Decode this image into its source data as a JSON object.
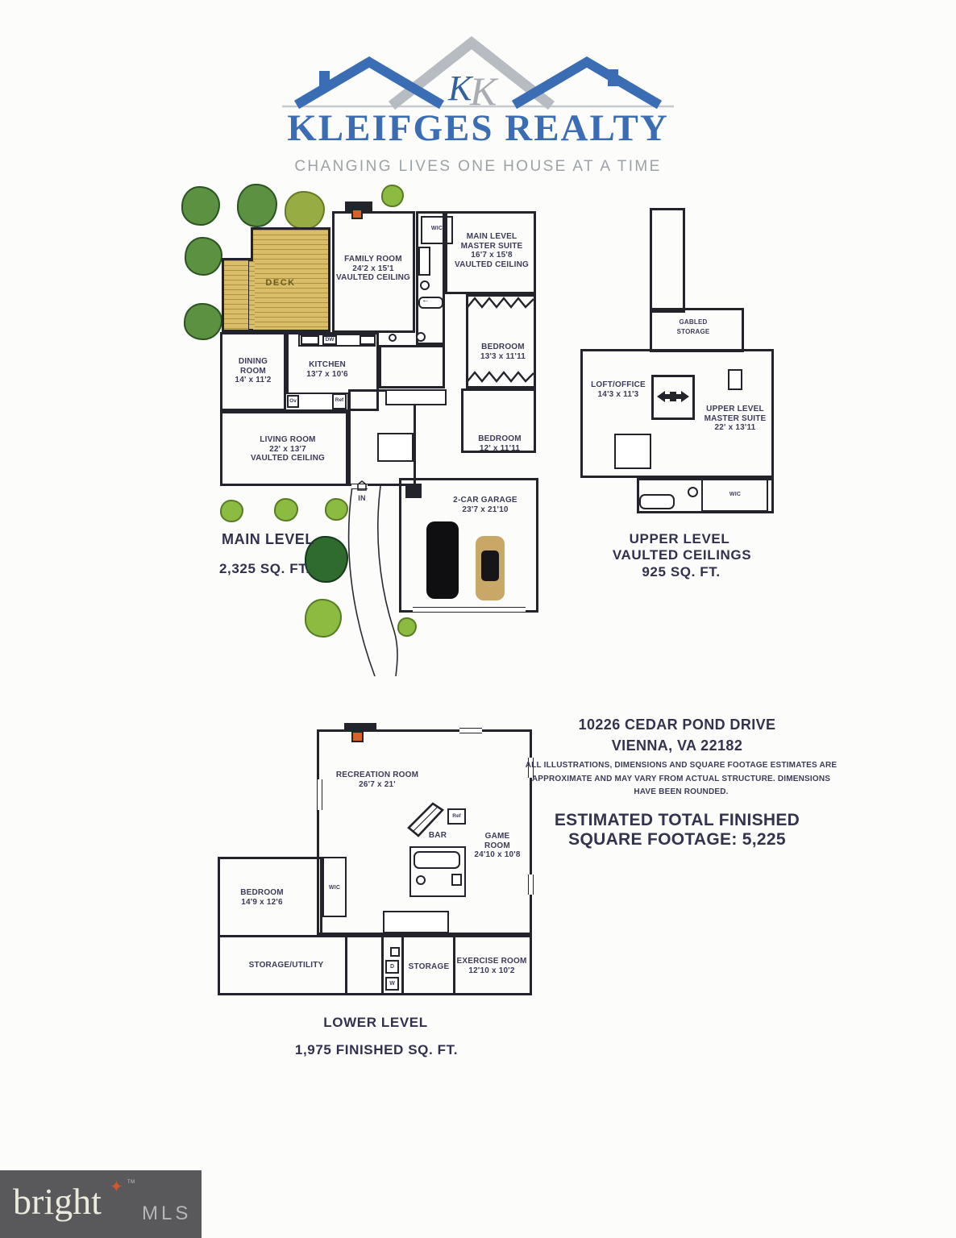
{
  "brand": {
    "name": "KLEIFGES REALTY",
    "tagline": "CHANGING LIVES ONE HOUSE AT A TIME",
    "monogram_k1": "K",
    "monogram_k2": "K",
    "blue": "#3a6db3",
    "roof_gray": "#b7bcc3"
  },
  "main_level": {
    "title": "MAIN LEVEL",
    "sqft": "2,325 SQ. FT.",
    "deck": "DECK",
    "family_room": [
      "FAMILY ROOM",
      "24'2 x 15'1",
      "VAULTED CEILING"
    ],
    "wic": "WIC",
    "master_suite": [
      "MAIN LEVEL",
      "MASTER SUITE",
      "16'7 x 15'8",
      "VAULTED CEILING"
    ],
    "bedroom1": [
      "BEDROOM",
      "13'3 x 11'11"
    ],
    "bedroom2": [
      "BEDROOM",
      "12' x 11'11"
    ],
    "dining_room": [
      "DINING",
      "ROOM",
      "14' x 11'2"
    ],
    "kitchen": [
      "KITCHEN",
      "13'7 x 10'6"
    ],
    "living_room": [
      "LIVING ROOM",
      "22' x 13'7",
      "VAULTED CEILING"
    ],
    "garage": [
      "2-CAR GARAGE",
      "23'7 x 21'10"
    ],
    "entry": "IN",
    "appliances": {
      "dw": "DW",
      "ov": "Ov",
      "ref": "Ref"
    }
  },
  "upper_level": {
    "title": "UPPER LEVEL",
    "subtitle": "VAULTED CEILINGS",
    "sqft": "925 SQ. FT.",
    "gabled_storage": [
      "GABLED",
      "STORAGE"
    ],
    "loft_office": [
      "LOFT/OFFICE",
      "14'3 x 11'3"
    ],
    "master_suite": [
      "UPPER LEVEL",
      "MASTER SUITE",
      "22' x 13'11"
    ],
    "wic": "WIC"
  },
  "lower_level": {
    "title": "LOWER LEVEL",
    "sqft": "1,975 FINISHED SQ. FT.",
    "recreation_room": [
      "RECREATION ROOM",
      "26'7 x 21'"
    ],
    "bar": "BAR",
    "ref": "Ref",
    "game_room": [
      "GAME",
      "ROOM",
      "24'10 x 10'8"
    ],
    "bedroom": [
      "BEDROOM",
      "14'9 x 12'6"
    ],
    "wic": "WIC",
    "storage_utility": "STORAGE/UTILITY",
    "storage": "STORAGE",
    "exercise_room": [
      "EXERCISE ROOM",
      "12'10 x 10'2"
    ],
    "dryer": "D",
    "washer": "W"
  },
  "info": {
    "address_line1": "10226 CEDAR POND DRIVE",
    "address_line2": "VIENNA, VA 22182",
    "disclaimer": [
      "ALL ILLUSTRATIONS, DIMENSIONS AND SQUARE FOOTAGE ESTIMATES ARE",
      "APPROXIMATE AND MAY VARY FROM ACTUAL STRUCTURE. DIMENSIONS",
      "HAVE BEEN ROUNDED."
    ],
    "estimate_line1": "ESTIMATED TOTAL FINISHED",
    "estimate_line2": "SQUARE FOOTAGE: 5,225"
  },
  "footer": {
    "brand": "bright",
    "tm": "TM",
    "suffix": "MLS",
    "bg": "#59595c",
    "star_color": "#d4572a"
  }
}
